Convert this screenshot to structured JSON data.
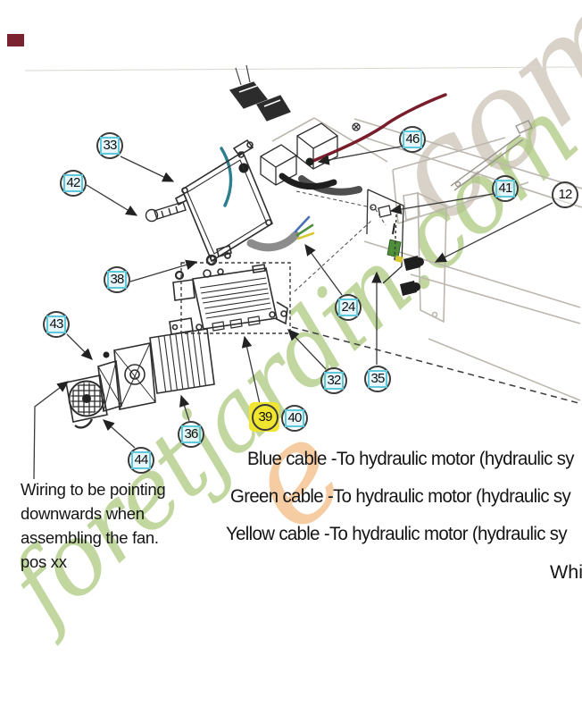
{
  "page": {
    "background": "#ffffff"
  },
  "colors": {
    "callout_outline": "#3b3b3b",
    "callout_highlight_cyan": "#5fc9dc",
    "callout_highlight_yellow": "#f0e52f",
    "diagram_line": "#2e2e2e",
    "frame_line": "#bcb7ae",
    "red_cable": "#7a1d2b",
    "teal_cable": "#2e7f8e",
    "blue_wire": "#4a6fb5",
    "green_wire": "#4e8f3a",
    "yellow_wire": "#d8c832",
    "gray_hose": "#8c8c8c",
    "dark_hose": "#4f4f4f",
    "watermark_green": "#abc87c",
    "watermark_orange": "#f3b77c",
    "watermark_beige": "#cbc3b6",
    "corner_mark": "#7a2230",
    "text": "#151515"
  },
  "watermark": {
    "text": "foretjardin.com",
    "accent_text": "e",
    "echo_text": "com"
  },
  "callouts": [
    {
      "label": "33",
      "highlight": "cyan"
    },
    {
      "label": "42",
      "highlight": "cyan"
    },
    {
      "label": "46",
      "highlight": "cyan"
    },
    {
      "label": "41",
      "highlight": "cyan"
    },
    {
      "label": "12",
      "highlight": "none"
    },
    {
      "label": "38",
      "highlight": "cyan"
    },
    {
      "label": "43",
      "highlight": "cyan"
    },
    {
      "label": "24",
      "highlight": "cyan"
    },
    {
      "label": "32",
      "highlight": "cyan"
    },
    {
      "label": "35",
      "highlight": "cyan"
    },
    {
      "label": "36",
      "highlight": "cyan"
    },
    {
      "label": "39",
      "highlight": "yellow"
    },
    {
      "label": "40",
      "highlight": "cyan"
    },
    {
      "label": "44",
      "highlight": "cyan"
    }
  ],
  "fan_note": {
    "lines": [
      "Wiring to be pointing",
      "downwards when",
      "assembling the fan.",
      "pos xx"
    ]
  },
  "cable_notes": {
    "lines": [
      "Blue cable -To hydraulic motor (hydraulic sy",
      "Green cable -To hydraulic motor (hydraulic sy",
      "Yellow cable -To hydraulic motor (hydraulic sy"
    ],
    "partial_right": "Whi"
  }
}
